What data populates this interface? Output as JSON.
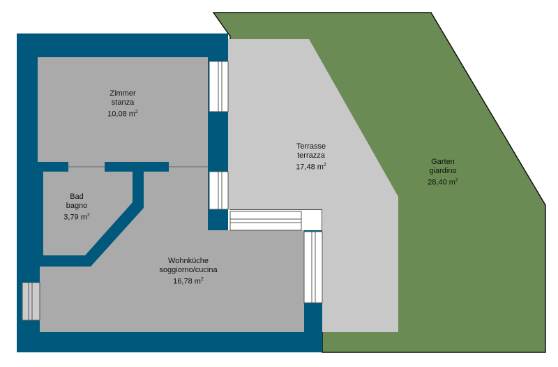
{
  "rooms": [
    {
      "id": "zimmer",
      "name_de": "Zimmer",
      "name_it": "stanza",
      "area": "10,08 m",
      "unit_exp": "2"
    },
    {
      "id": "bad",
      "name_de": "Bad",
      "name_it": "bagno",
      "area": "3,79 m",
      "unit_exp": "2"
    },
    {
      "id": "wohnkueche",
      "name_de": "Wohnküche",
      "name_it": "soggiorno/cucina",
      "area": "16,78 m",
      "unit_exp": "2"
    },
    {
      "id": "terrasse",
      "name_de": "Terrasse",
      "name_it": "terrazza",
      "area": "17,48 m",
      "unit_exp": "2"
    },
    {
      "id": "garten",
      "name_de": "Garten",
      "name_it": "giardino",
      "area": "28,40 m",
      "unit_exp": "2"
    }
  ],
  "colors": {
    "wall": "#00587c",
    "room_floor": "#aaaaaa",
    "terrace": "#c8c8c8",
    "garden": "#6a8c54",
    "window": "#ffffff"
  }
}
